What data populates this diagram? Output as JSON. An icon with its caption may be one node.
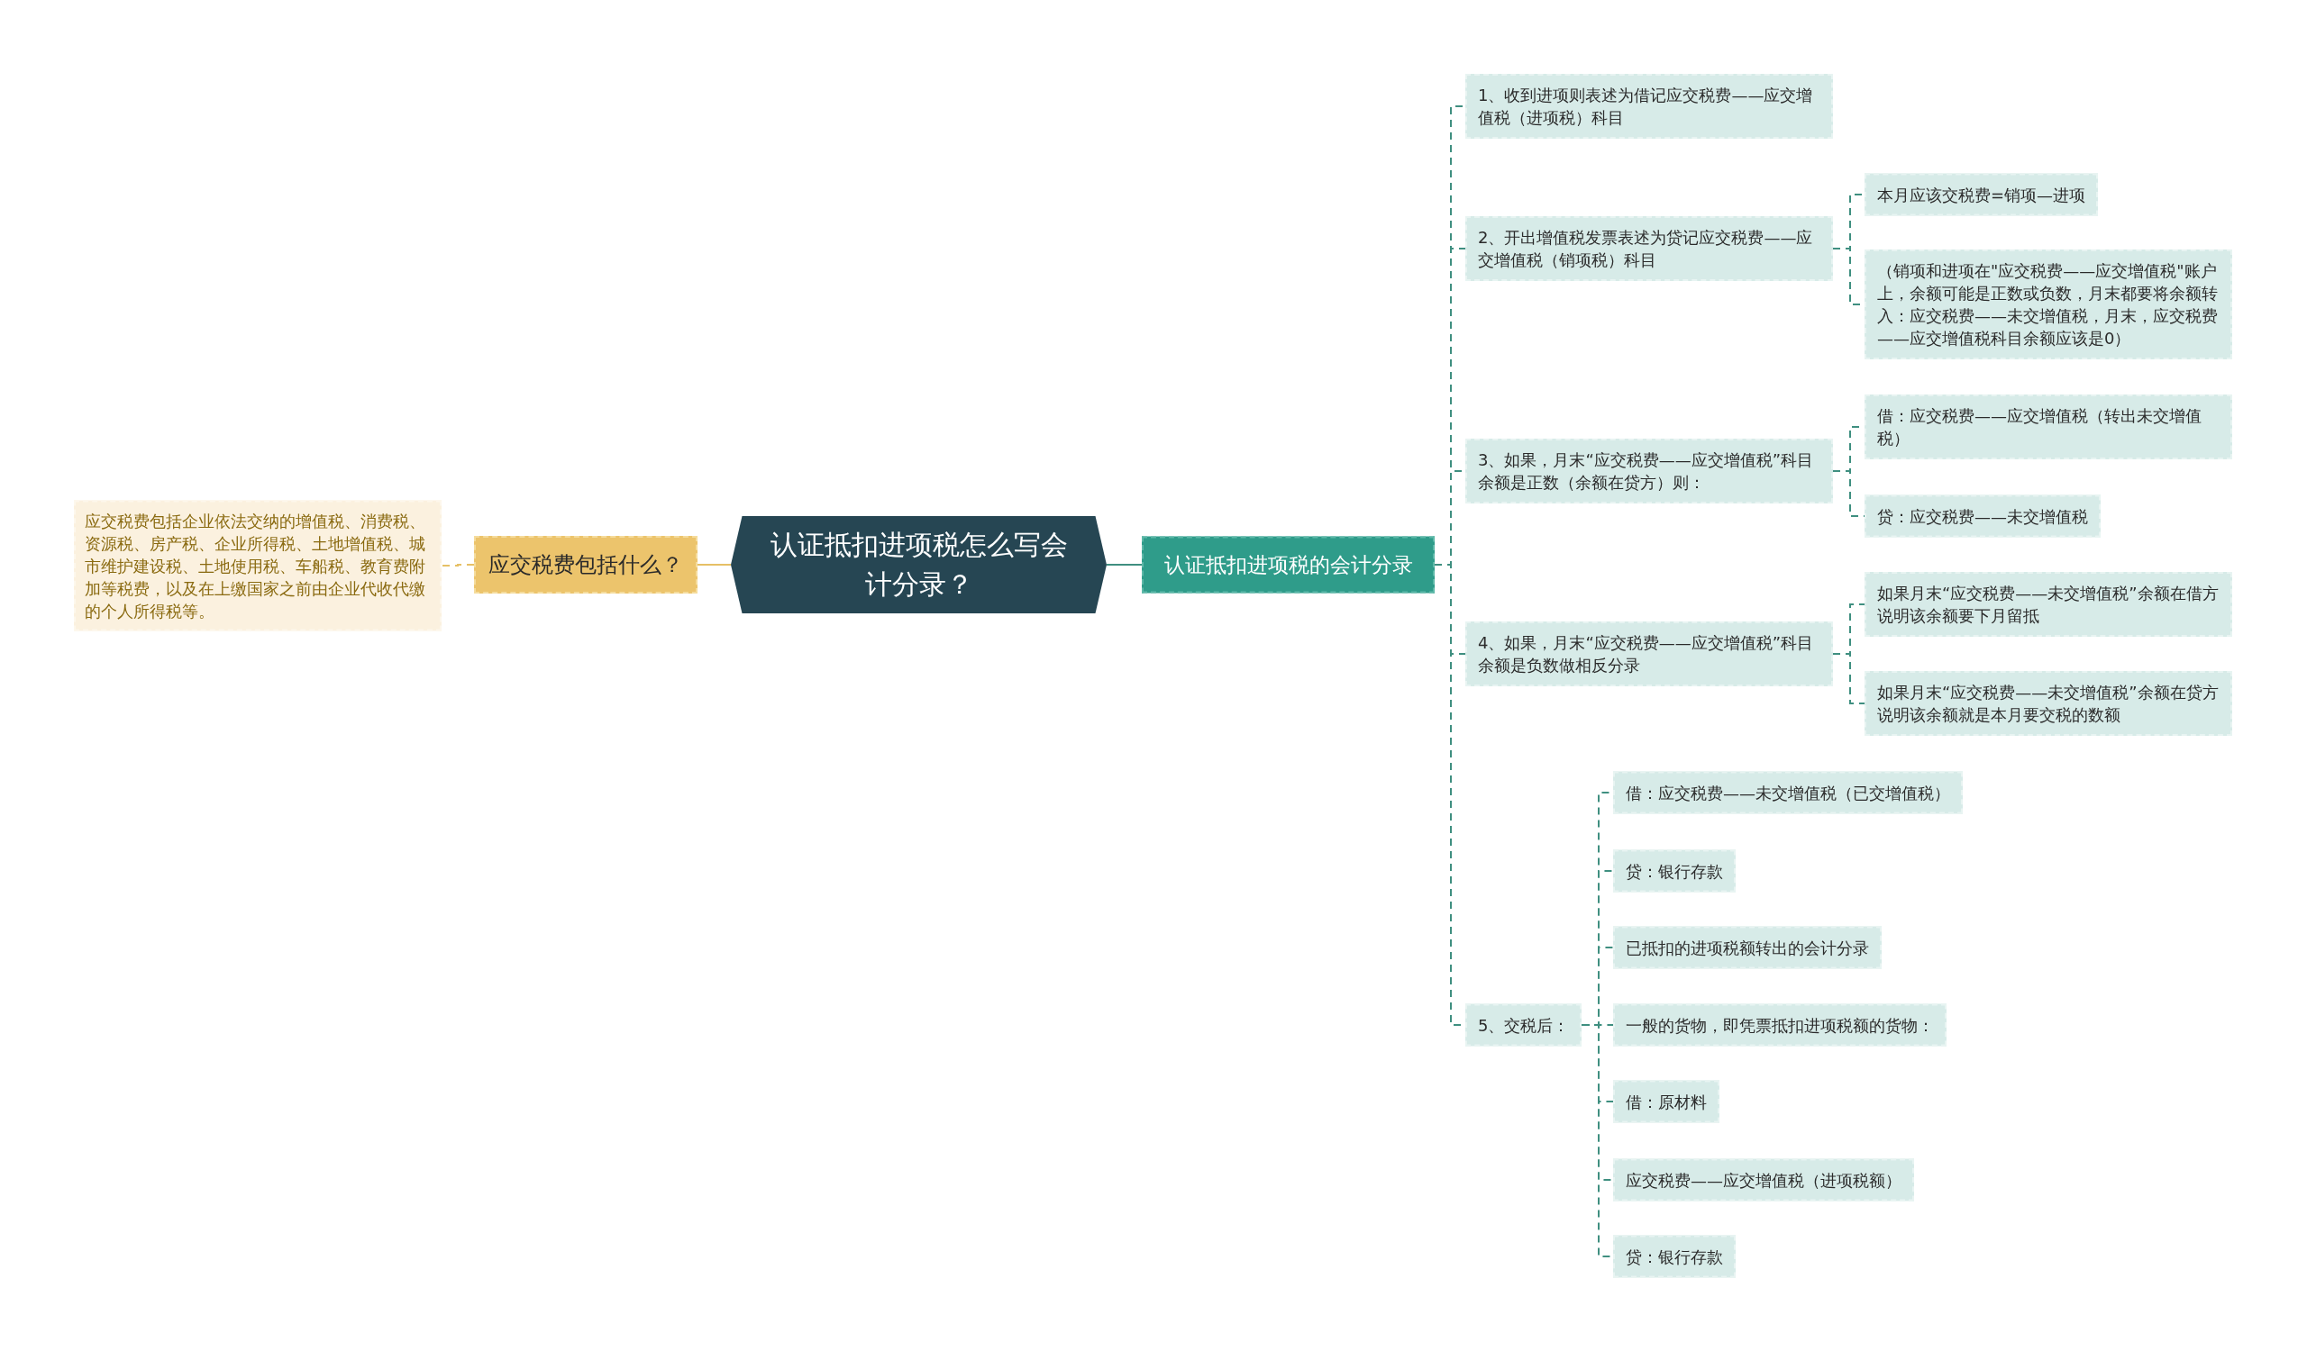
{
  "diagram": {
    "nodes": [
      {
        "text": [
          "认证抵扣进项税怎么写会计分录？"
        ]
      },
      {
        "text": [
          "应交税费包括什么？"
        ]
      },
      {
        "text": [
          "应交税费包括企业依法交纳的增值税、消费税、资源税、房产税、企业所得税、土地增值税、城市维护建设税、土地使用税、车船税、教育费附加等税费，以及在上缴国家之前由企业代收代缴的个人所得税等。"
        ]
      },
      {
        "text": [
          "认证抵扣进项税的会计分录"
        ]
      },
      {
        "text": [
          "1、收到进项则表述为借记应交税费——应交增值税（进项税）科目"
        ]
      },
      {
        "text": [
          "2、开出增值税发票表述为贷记应交税费——应交增值税（销项税）科目"
        ]
      },
      {
        "text": [
          "本月应该交税费=销项—进项"
        ]
      },
      {
        "text": [
          "（销项和进项在\"应交税费——应交增值税\"账户上，余额可能是正数或负数，月末都要将余额转入：应交税费——未交增值税，月末，应交税费——应交增值税科目余额应该是0）"
        ]
      },
      {
        "text": [
          "3、如果，月末“应交税费——应交增值税”科目余额是正数（余额在贷方）则："
        ]
      },
      {
        "text": [
          "借：应交税费——应交增值税（转出未交增值税）"
        ]
      },
      {
        "text": [
          "贷：应交税费——未交增值税"
        ]
      },
      {
        "text": [
          "4、如果，月末“应交税费——应交增值税”科目余额是负数做相反分录"
        ]
      },
      {
        "text": [
          "如果月末“应交税费——未交增值税”余额在借方说明该余额要下月留抵"
        ]
      },
      {
        "text": [
          "如果月末“应交税费——未交增值税”余额在贷方说明该余额就是本月要交税的数额"
        ]
      },
      {
        "text": [
          "5、交税后："
        ]
      },
      {
        "text": [
          "借：应交税费——未交增值税（已交增值税）"
        ]
      },
      {
        "text": [
          "贷：银行存款"
        ]
      },
      {
        "text": [
          "已抵扣的进项税额转出的会计分录"
        ]
      },
      {
        "text": [
          "一般的货物，即凭票抵扣进项税额的货物："
        ]
      },
      {
        "text": [
          "借：原材料"
        ]
      },
      {
        "text": [
          "应交税费——应交增值税（进项税额）"
        ]
      },
      {
        "text": [
          "贷：银行存款"
        ]
      }
    ],
    "edges": [
      {
        "from": 0,
        "to": 1,
        "arrow": "none",
        "color": "#e6c066"
      },
      {
        "from": 1,
        "to": 2,
        "arrow": "none",
        "style": "dashed",
        "color": "#e6c066"
      },
      {
        "from": 0,
        "to": 3,
        "arrow": "none"
      },
      {
        "from": 3,
        "to": 4,
        "arrow": "none",
        "style": "dashed"
      },
      {
        "from": 3,
        "to": 5,
        "arrow": "none",
        "style": "dashed"
      },
      {
        "from": 3,
        "to": 8,
        "arrow": "none",
        "style": "dashed"
      },
      {
        "from": 3,
        "to": 11,
        "arrow": "none",
        "style": "dashed"
      },
      {
        "from": 3,
        "to": 14,
        "arrow": "none",
        "style": "dashed"
      },
      {
        "from": 5,
        "to": 6,
        "arrow": "none",
        "style": "dashed"
      },
      {
        "from": 5,
        "to": 7,
        "arrow": "none",
        "style": "dashed"
      },
      {
        "from": 8,
        "to": 9,
        "arrow": "none",
        "style": "dashed"
      },
      {
        "from": 8,
        "to": 10,
        "arrow": "none",
        "style": "dashed"
      },
      {
        "from": 11,
        "to": 12,
        "arrow": "none",
        "style": "dashed"
      },
      {
        "from": 11,
        "to": 13,
        "arrow": "none",
        "style": "dashed"
      },
      {
        "from": 14,
        "to": 15,
        "arrow": "none",
        "style": "dashed"
      },
      {
        "from": 14,
        "to": 16,
        "arrow": "none",
        "style": "dashed"
      },
      {
        "from": 14,
        "to": 17,
        "arrow": "none",
        "style": "dashed"
      },
      {
        "from": 14,
        "to": 18,
        "arrow": "none",
        "style": "dashed"
      },
      {
        "from": 14,
        "to": 19,
        "arrow": "none",
        "style": "dashed"
      },
      {
        "from": 14,
        "to": 20,
        "arrow": "none",
        "style": "dashed"
      },
      {
        "from": 14,
        "to": 21,
        "arrow": "none",
        "style": "dashed"
      }
    ]
  }
}
